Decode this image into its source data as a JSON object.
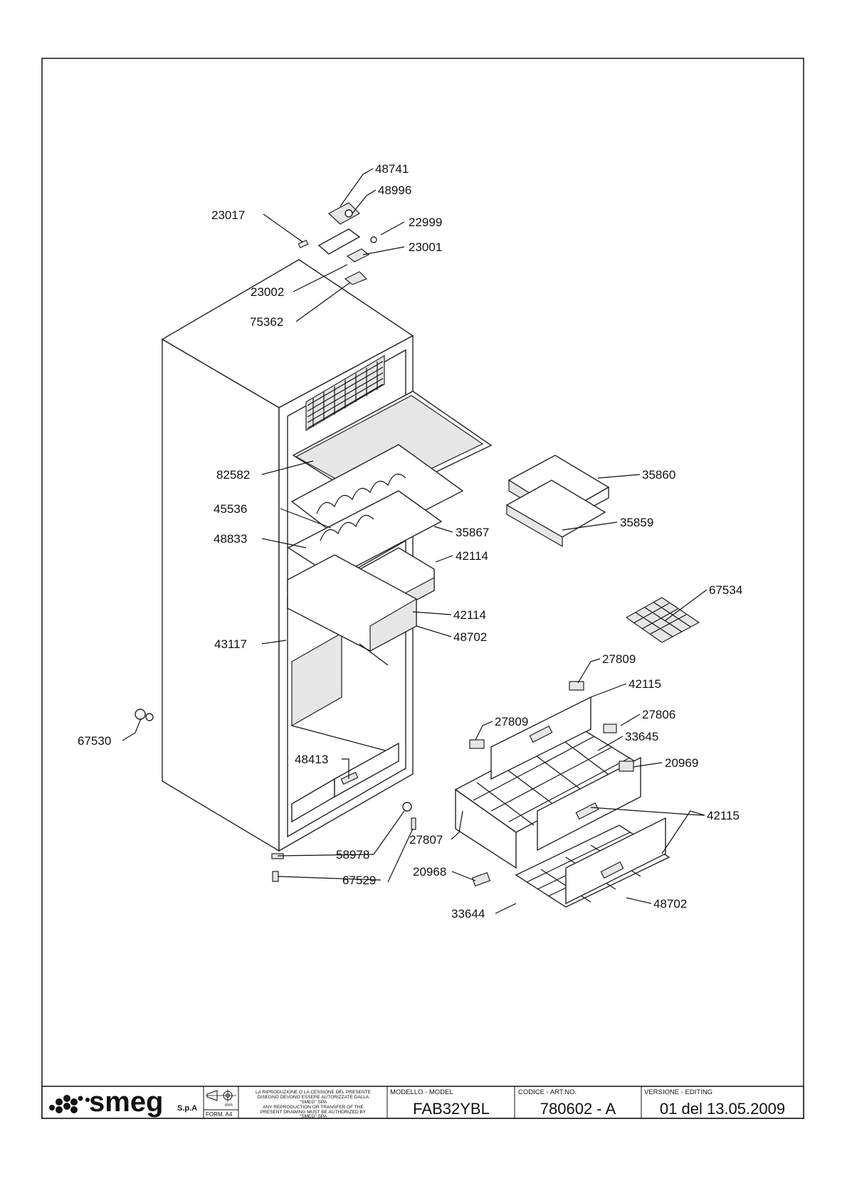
{
  "parts": {
    "p48741": "48741",
    "p48996": "48996",
    "p23017": "23017",
    "p22999": "22999",
    "p23001": "23001",
    "p23002": "23002",
    "p75362": "75362",
    "p82582": "82582",
    "p35860": "35860",
    "p45536": "45536",
    "p35859": "35859",
    "p48833": "48833",
    "p35867": "35867",
    "p42114a": "42114",
    "p67534": "67534",
    "p42114b": "42114",
    "p48702a": "48702",
    "p43117": "43117",
    "p27809a": "27809",
    "p42115a": "42115",
    "p27809b": "27809",
    "p27806": "27806",
    "p67530": "67530",
    "p33645": "33645",
    "p20969": "20969",
    "p48413": "48413",
    "p42115b": "42115",
    "p27807": "27807",
    "p58978": "58978",
    "p20968": "20968",
    "p67529": "67529",
    "p48702b": "48702",
    "p33644": "33644"
  },
  "titleblock": {
    "logo_text": "smeg",
    "logo_suffix": "S.p.A",
    "unit": "mm",
    "form": "FORM. A4",
    "notice": [
      "LA RIPRODUZIONE O LA CESSIONE DEL PRESENTE",
      "DISEGNO DEVONO ESSERE AUTORIZZATE DALLA",
      "\"SMEG\" SPA",
      "ANY REPRODUCTION OR TRANSFER OF THE",
      "PRESENT DRAWING MUST BE AUTHORIZED BY",
      "\"SMEG\" SPA"
    ],
    "model_label": "MODELLO - MODEL",
    "model_value": "FAB32YBL",
    "code_label": "CODICE - ART.NO.",
    "code_value": "780602 - A",
    "version_label": "VERSIONE - EDITING",
    "version_value": "01 del 13.05.2009"
  }
}
